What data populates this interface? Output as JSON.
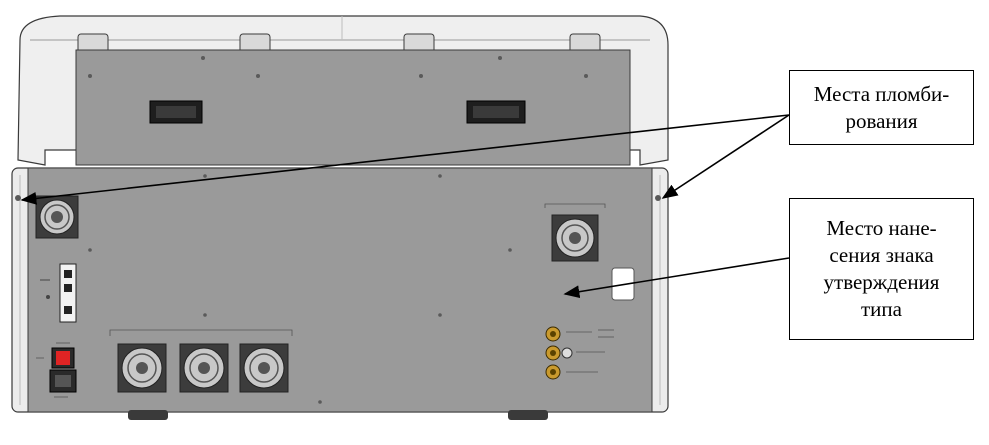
{
  "callouts": {
    "sealing_places": {
      "lines": [
        "Места пломби-",
        "рования"
      ]
    },
    "approval_mark_place": {
      "lines": [
        "Место нане-",
        "сения знака",
        "утверждения",
        "типа"
      ]
    }
  },
  "colors": {
    "panel": "#9a9a9a",
    "frame": "#e6e6e6",
    "outline": "#3a3a3a",
    "fan_grill": "#555555",
    "power_switch": "#e02424",
    "connector_brass": "#b8860b"
  },
  "icons": [
    "fan-icon",
    "power-switch-icon",
    "power-inlet-icon",
    "gas-connector-icon",
    "arrow-icon"
  ]
}
